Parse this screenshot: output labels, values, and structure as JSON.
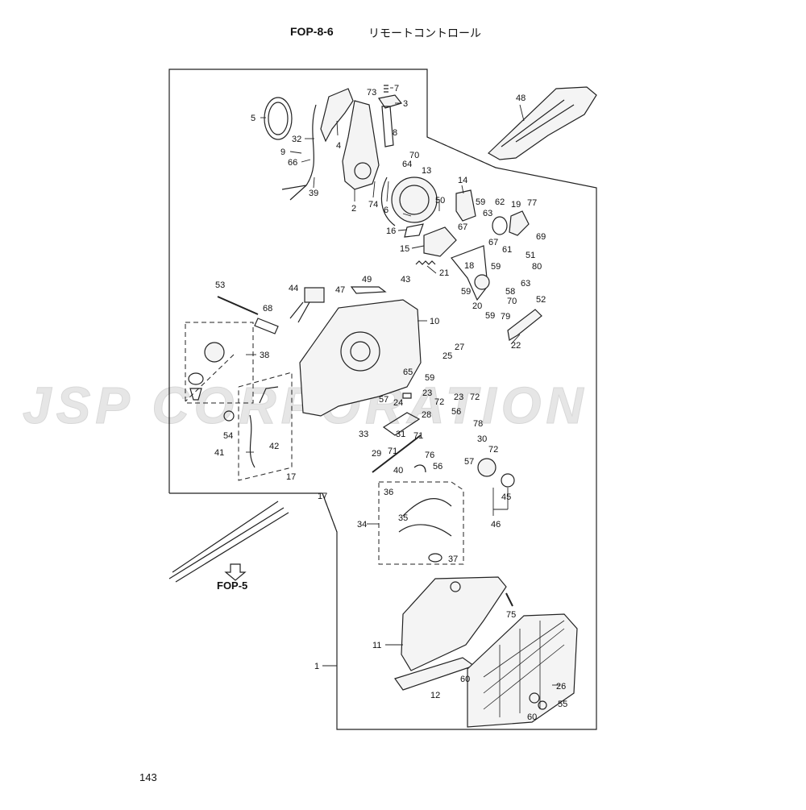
{
  "header": {
    "code": "FOP-8-6",
    "title": "リモートコントロール"
  },
  "page_number": "143",
  "reference": "FOP-5",
  "watermark": "JSP CORPORATION",
  "colors": {
    "line": "#222222",
    "part_fill": "#f4f4f4",
    "part_shade": "#bdbdbd",
    "watermark": "#e6e6e6"
  },
  "labels": [
    {
      "id": "l7",
      "text": "7"
    },
    {
      "id": "l73",
      "text": "73"
    },
    {
      "id": "l3",
      "text": "3"
    },
    {
      "id": "l48",
      "text": "48"
    },
    {
      "id": "l5",
      "text": "5"
    },
    {
      "id": "l8",
      "text": "8"
    },
    {
      "id": "l32",
      "text": "32"
    },
    {
      "id": "l4",
      "text": "4"
    },
    {
      "id": "l70a",
      "text": "70"
    },
    {
      "id": "l9",
      "text": "9"
    },
    {
      "id": "l66",
      "text": "66"
    },
    {
      "id": "l64",
      "text": "64"
    },
    {
      "id": "l13",
      "text": "13"
    },
    {
      "id": "l14",
      "text": "14"
    },
    {
      "id": "l39",
      "text": "39"
    },
    {
      "id": "l74",
      "text": "74"
    },
    {
      "id": "l6",
      "text": "6"
    },
    {
      "id": "l2",
      "text": "2"
    },
    {
      "id": "l50",
      "text": "50"
    },
    {
      "id": "l59a",
      "text": "59"
    },
    {
      "id": "l62",
      "text": "62"
    },
    {
      "id": "l19",
      "text": "19"
    },
    {
      "id": "l77",
      "text": "77"
    },
    {
      "id": "l63a",
      "text": "63"
    },
    {
      "id": "l67a",
      "text": "67"
    },
    {
      "id": "l69",
      "text": "69"
    },
    {
      "id": "l16",
      "text": "16"
    },
    {
      "id": "l51",
      "text": "51"
    },
    {
      "id": "l67b",
      "text": "67"
    },
    {
      "id": "l61",
      "text": "61"
    },
    {
      "id": "l15",
      "text": "15"
    },
    {
      "id": "l59b",
      "text": "59"
    },
    {
      "id": "l80",
      "text": "80"
    },
    {
      "id": "l18",
      "text": "18"
    },
    {
      "id": "l21",
      "text": "21"
    },
    {
      "id": "l49",
      "text": "49"
    },
    {
      "id": "l63b",
      "text": "63"
    },
    {
      "id": "l53",
      "text": "53"
    },
    {
      "id": "l44",
      "text": "44"
    },
    {
      "id": "l47",
      "text": "47"
    },
    {
      "id": "l43",
      "text": "43"
    },
    {
      "id": "l59c",
      "text": "59"
    },
    {
      "id": "l58",
      "text": "58"
    },
    {
      "id": "l20",
      "text": "20"
    },
    {
      "id": "l70b",
      "text": "70"
    },
    {
      "id": "l68",
      "text": "68"
    },
    {
      "id": "l52",
      "text": "52"
    },
    {
      "id": "l59d",
      "text": "59"
    },
    {
      "id": "l79",
      "text": "79"
    },
    {
      "id": "l10",
      "text": "10"
    },
    {
      "id": "l22",
      "text": "22"
    },
    {
      "id": "l38",
      "text": "38"
    },
    {
      "id": "l27",
      "text": "27"
    },
    {
      "id": "l25",
      "text": "25"
    },
    {
      "id": "l59e",
      "text": "59"
    },
    {
      "id": "l65",
      "text": "65"
    },
    {
      "id": "l23a",
      "text": "23"
    },
    {
      "id": "l57a",
      "text": "57"
    },
    {
      "id": "l24",
      "text": "24"
    },
    {
      "id": "l72a",
      "text": "72"
    },
    {
      "id": "l23b",
      "text": "23"
    },
    {
      "id": "l72b",
      "text": "72"
    },
    {
      "id": "l28",
      "text": "28"
    },
    {
      "id": "l56a",
      "text": "56"
    },
    {
      "id": "l54",
      "text": "54"
    },
    {
      "id": "l78",
      "text": "78"
    },
    {
      "id": "l33",
      "text": "33"
    },
    {
      "id": "l31",
      "text": "31"
    },
    {
      "id": "l71a",
      "text": "71"
    },
    {
      "id": "l30",
      "text": "30"
    },
    {
      "id": "l42",
      "text": "42"
    },
    {
      "id": "l71b",
      "text": "71"
    },
    {
      "id": "l72c",
      "text": "72"
    },
    {
      "id": "l41",
      "text": "41"
    },
    {
      "id": "l29",
      "text": "29"
    },
    {
      "id": "l76",
      "text": "76"
    },
    {
      "id": "l57b",
      "text": "57"
    },
    {
      "id": "l56b",
      "text": "56"
    },
    {
      "id": "l40",
      "text": "40"
    },
    {
      "id": "l17a",
      "text": "17"
    },
    {
      "id": "l17b",
      "text": "17"
    },
    {
      "id": "l36",
      "text": "36"
    },
    {
      "id": "l45",
      "text": "45"
    },
    {
      "id": "l35",
      "text": "35"
    },
    {
      "id": "l34",
      "text": "34"
    },
    {
      "id": "l46",
      "text": "46"
    },
    {
      "id": "l37",
      "text": "37"
    },
    {
      "id": "l75",
      "text": "75"
    },
    {
      "id": "l11",
      "text": "11"
    },
    {
      "id": "l1",
      "text": "1"
    },
    {
      "id": "l26",
      "text": "26"
    },
    {
      "id": "l60a",
      "text": "60"
    },
    {
      "id": "l12",
      "text": "12"
    },
    {
      "id": "l60b",
      "text": "60"
    },
    {
      "id": "l55",
      "text": "55"
    }
  ]
}
